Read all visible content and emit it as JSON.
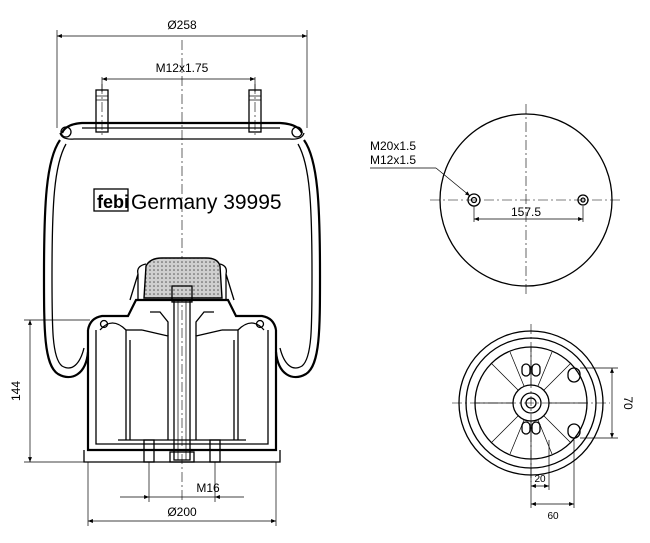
{
  "brand": {
    "logo_text": "febi",
    "caption": "Germany 39995"
  },
  "dimensions": {
    "top_diameter": "Ø258",
    "top_thread": "M12x1.75",
    "height": "144",
    "bottom_thread": "M16",
    "bottom_diameter": "Ø200",
    "plan_thread_1": "M20x1.5",
    "plan_thread_2": "M12x1.5",
    "plan_spacing": "157.5",
    "base_height": "70",
    "base_offset_small": "20",
    "base_offset_large": "60"
  }
}
